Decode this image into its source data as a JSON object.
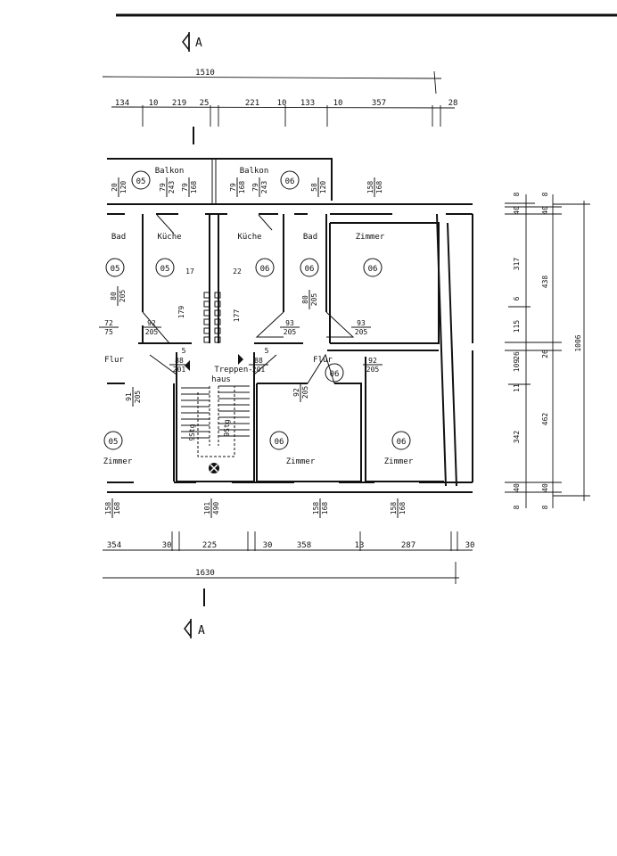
{
  "section_marker": "A",
  "rooms": [
    {
      "name": "Balkon",
      "unit": "05"
    },
    {
      "name": "Balkon",
      "unit": "06"
    },
    {
      "name": "Bad",
      "unit": "05"
    },
    {
      "name": "Küche",
      "unit": "05"
    },
    {
      "name": "Küche",
      "unit": "06"
    },
    {
      "name": "Bad",
      "unit": "06"
    },
    {
      "name": "Zimmer",
      "unit": "06"
    },
    {
      "name": "Flur",
      "unit": "05"
    },
    {
      "name": "Flur",
      "unit": "06"
    },
    {
      "name": "Zimmer",
      "unit": "05"
    },
    {
      "name": "Zimmer",
      "unit": "06"
    },
    {
      "name": "Zimmer",
      "unit": "06"
    }
  ],
  "staircase": {
    "label_1": "Treppen-",
    "label_2": "haus",
    "flight_1": "9Stg",
    "flight_2": "9Stg"
  },
  "dimensions": {
    "top_total": "1510",
    "top_segments": [
      "134",
      "10",
      "219",
      "25",
      "221",
      "10",
      "133",
      "10",
      "357",
      "28"
    ],
    "bottom_total": "1630",
    "bottom_segments": [
      "354",
      "30",
      "225",
      "30",
      "358",
      "13",
      "287",
      "30"
    ],
    "right_col1": [
      "8",
      "40",
      "317",
      "6",
      "115",
      "26",
      "109",
      "11",
      "342",
      "40",
      "8"
    ],
    "right_col2": [
      "8",
      "40",
      "438",
      "26",
      "462",
      "40",
      "8"
    ],
    "right_total": "1006",
    "inner": [
      "17",
      "22",
      "179",
      "177",
      "5",
      "5"
    ]
  },
  "openings": [
    {
      "w": "20",
      "h": "120"
    },
    {
      "w": "79",
      "h": "243"
    },
    {
      "w": "79",
      "h": "168"
    },
    {
      "w": "79",
      "h": "168"
    },
    {
      "w": "79",
      "h": "243"
    },
    {
      "w": "58",
      "h": "120"
    },
    {
      "w": "158",
      "h": "168"
    },
    {
      "w": "80",
      "h": "205"
    },
    {
      "w": "92",
      "h": "205"
    },
    {
      "w": "93",
      "h": "205"
    },
    {
      "w": "80",
      "h": "205"
    },
    {
      "w": "93",
      "h": "205"
    },
    {
      "w": "72",
      "h": "75"
    },
    {
      "w": "88",
      "h": "201"
    },
    {
      "w": "88",
      "h": "201"
    },
    {
      "w": "92",
      "h": "205"
    },
    {
      "w": "91",
      "h": "205"
    },
    {
      "w": "92",
      "h": "205"
    },
    {
      "w": "158",
      "h": "168"
    },
    {
      "w": "101",
      "h": "490"
    },
    {
      "w": "158",
      "h": "168"
    },
    {
      "w": "158",
      "h": "168"
    }
  ]
}
